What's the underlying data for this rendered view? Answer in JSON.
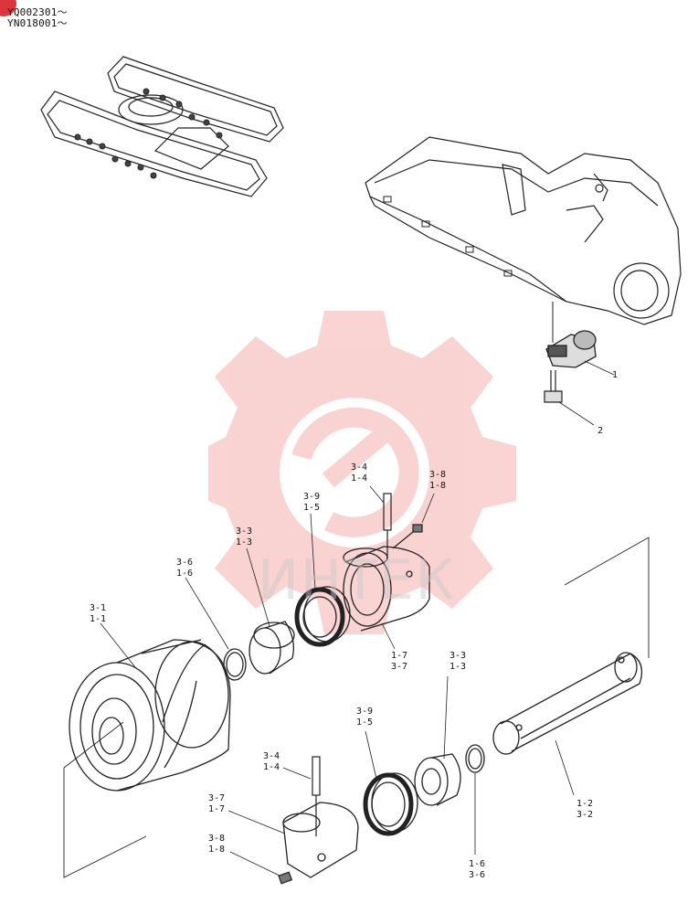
{
  "header": {
    "serial_1": "YQ002301～",
    "serial_2": "YN018001～"
  },
  "watermark": {
    "text": "ИНТЕК",
    "color": "#f08080"
  },
  "callouts": {
    "c1": "1",
    "c2": "2",
    "c3_4a": "3-4",
    "c1_4a": "1-4",
    "c3_8a": "3-8",
    "c1_8a": "1-8",
    "c3_9a": "3-9",
    "c1_5a": "1-5",
    "c3_3a": "3-3",
    "c1_3a": "1-3",
    "c3_6a": "3-6",
    "c1_6a": "1-6",
    "c3_1": "3-1",
    "c1_1": "1-1",
    "c1_7a": "1-7",
    "c3_7a": "3-7",
    "c3_3b": "3-3",
    "c1_3b": "1-3",
    "c3_9b": "3-9",
    "c1_5b": "1-5",
    "c3_4b": "3-4",
    "c1_4b": "1-4",
    "c3_7b": "3-7",
    "c1_7b": "1-7",
    "c3_8b": "3-8",
    "c1_8b": "1-8",
    "c1_6b": "1-6",
    "c3_6b": "3-6",
    "c1_2": "1-2",
    "c3_2": "3-2"
  },
  "icons": {
    "corner_badge": "red-badge-icon"
  }
}
